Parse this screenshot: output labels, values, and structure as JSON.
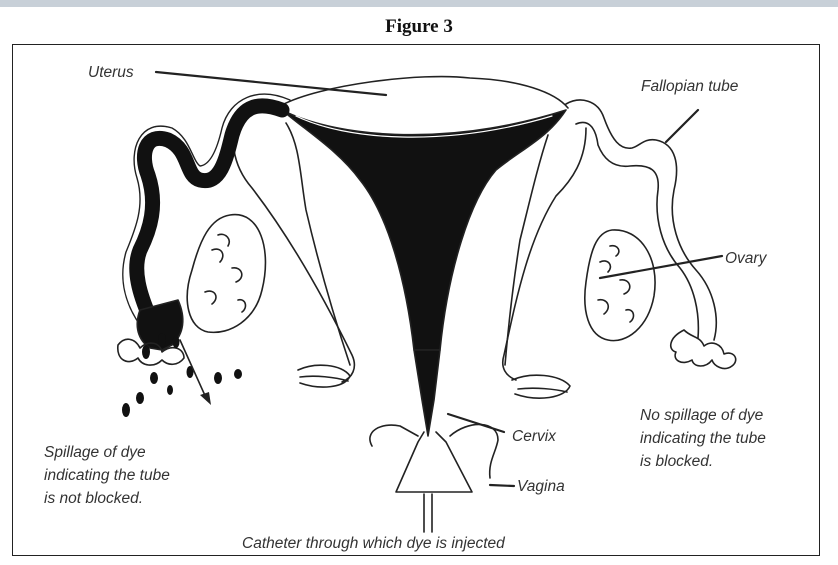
{
  "figure": {
    "title": "Figure 3"
  },
  "labels": {
    "uterus": "Uterus",
    "fallopian_tube": "Fallopian tube",
    "ovary": "Ovary",
    "cervix": "Cervix",
    "vagina": "Vagina",
    "catheter": "Catheter through which dye is injected"
  },
  "notes": {
    "left_spill": [
      "Spillage of dye",
      "indicating the tube",
      "is not blocked."
    ],
    "right_blocked": [
      "No spillage of dye",
      "indicating the tube",
      "is blocked."
    ]
  },
  "colors": {
    "dye": "#111111",
    "outline": "#222222",
    "label_text": "#333333"
  }
}
